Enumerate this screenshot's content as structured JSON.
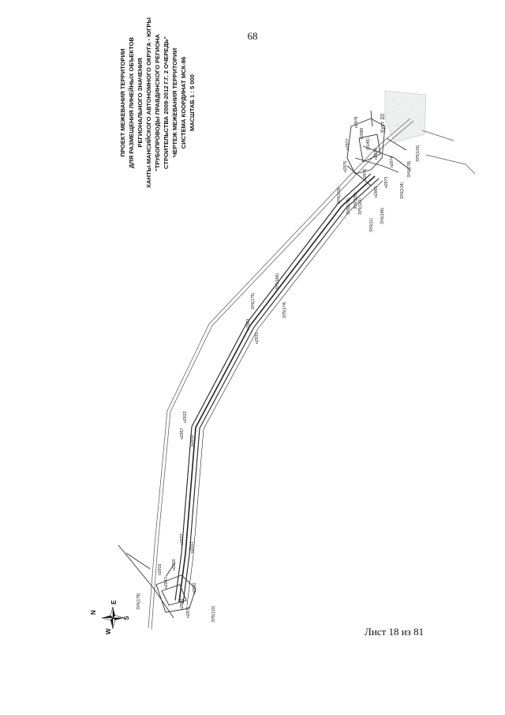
{
  "page": {
    "number": "68",
    "sheet": "Лист 18 из 81"
  },
  "title_block": [
    "ПРОЕКТ МЕЖЕВАНИЯ ТЕРРИТОРИИ",
    "ДЛЯ РАЗМЕЩЕНИЯ ЛИНЕЙНЫХ ОБЪЕКТОВ",
    "РЕГИОНАЛЬНОГО ЗНАЧЕНИЯ",
    "ХАНТЫ-МАНСИЙСКОГО АВТОНОМНОГО ОКРУГА - ЮГРЫ",
    "\"ТРУБОПРОВОДЫ ПРАВДИНСКОГО РЕГИОНА",
    "СТРОИТЕЛЬСТВА 2009-2012 Г.Г. 2 ОЧЕРЕДЬ\"",
    "ЧЕРТЕЖ МЕЖЕВАНИЯ ТЕРРИТОРИИ",
    "СИСТЕМА КООРДИНАТ МСК-86",
    "МАСШТАБ 1 : 5 000"
  ],
  "compass": {
    "n": "N",
    "e": "E",
    "s": "S",
    "w": "W"
  },
  "labels": {
    "kust": "Куст 33",
    "zu_top": [
      "ЗУ5(133)",
      "ЗУ6(178)",
      "ЗУ6(134)",
      "ЗУ6(186)",
      "ЗУ6(11)",
      "ЗУ5(110)",
      "ЗУ6(178)",
      "ЗУ6(185)",
      "ЗУ6(169)"
    ],
    "zu_mid": [
      "ЗУ6(175)",
      "ЗУ5(186)",
      "ЗУ5(174)"
    ],
    "zu_bottom": [
      "ЗУ6(178)",
      "ЗУ5(133)"
    ],
    "pts_top": [
      "н2978",
      "н2980",
      "н2977",
      "н2979",
      "(0149)",
      "н2976",
      "н2975",
      "н2974",
      "н2973",
      "н2965"
    ],
    "pts_mid": [
      "н2923",
      "н2931",
      "н2922",
      "н2957",
      "н2932"
    ],
    "pts_bottom": [
      "н2022",
      "н2033",
      "н2020",
      "н2916",
      "н2947",
      "н2950",
      "н2960",
      "н2973"
    ]
  }
}
